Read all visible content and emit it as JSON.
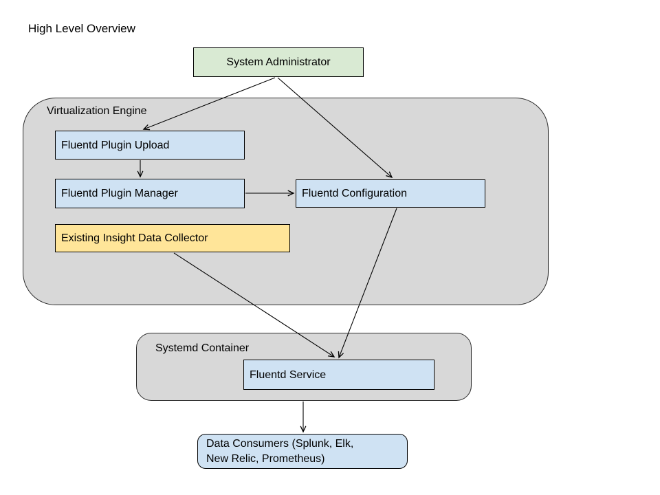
{
  "title": "High Level Overview",
  "colors": {
    "actor_green": "#d9ead3",
    "component_blue": "#cfe2f3",
    "legacy_yellow": "#ffe599",
    "container_gray": "#d8d8d8",
    "line_black": "#000000"
  },
  "containers": {
    "virtualization_engine": {
      "label": "Virtualization Engine"
    },
    "systemd_container": {
      "label": "Systemd Container"
    }
  },
  "nodes": {
    "system_administrator": {
      "label": "System Administrator"
    },
    "fluentd_plugin_upload": {
      "label": "Fluentd Plugin Upload"
    },
    "fluentd_plugin_manager": {
      "label": "Fluentd Plugin Manager"
    },
    "fluentd_configuration": {
      "label": "Fluentd Configuration"
    },
    "existing_insight_data_collector": {
      "label": "Existing Insight Data Collector"
    },
    "fluentd_service": {
      "label": "Fluentd Service"
    },
    "data_consumers": {
      "label": "Data Consumers (Splunk, Elk, New Relic, Prometheus)",
      "lines": [
        "Data Consumers (Splunk, Elk,",
        "New Relic, Prometheus)"
      ]
    }
  },
  "edges": [
    {
      "from": "system_administrator",
      "to": "fluentd_plugin_upload"
    },
    {
      "from": "system_administrator",
      "to": "fluentd_configuration"
    },
    {
      "from": "fluentd_plugin_upload",
      "to": "fluentd_plugin_manager"
    },
    {
      "from": "fluentd_plugin_manager",
      "to": "fluentd_configuration"
    },
    {
      "from": "fluentd_configuration",
      "to": "fluentd_service"
    },
    {
      "from": "existing_insight_data_collector",
      "to": "fluentd_service"
    },
    {
      "from": "fluentd_service",
      "to": "data_consumers"
    }
  ]
}
